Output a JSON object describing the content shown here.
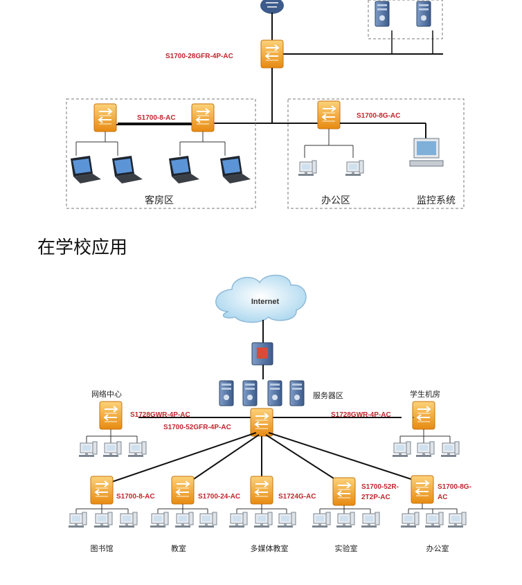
{
  "hotel": {
    "core_switch": "S1700-28GFR-4P-AC",
    "guest_switch": "S1700-8-AC",
    "office_switch": "S1700-8G-AC",
    "zones": {
      "guest": "客房区",
      "office": "办公区",
      "monitor": "监控系统"
    }
  },
  "section_title": "在学校应用",
  "school": {
    "cloud_label": "Internet",
    "server_zone": "服务器区",
    "net_center": "网络中心",
    "student_lab": "学生机房",
    "core_switch": "S1700-52GFR-4P-AC",
    "left_switch": "S1728GWR-4P-AC",
    "right_switch": "S1728GWR-4P-AC",
    "leaf_models": [
      "S1700-8-AC",
      "S1700-24-AC",
      "S1724G-AC",
      "S1700-52R-2T2P-AC",
      "S1700-8G-AC"
    ],
    "leaf_rooms": [
      "图书馆",
      "教室",
      "多媒体教室",
      "实验室",
      "办公室"
    ]
  },
  "colors": {
    "switch": "#f2a531",
    "label_red": "#c0262d",
    "server": "#5a7aa8"
  }
}
